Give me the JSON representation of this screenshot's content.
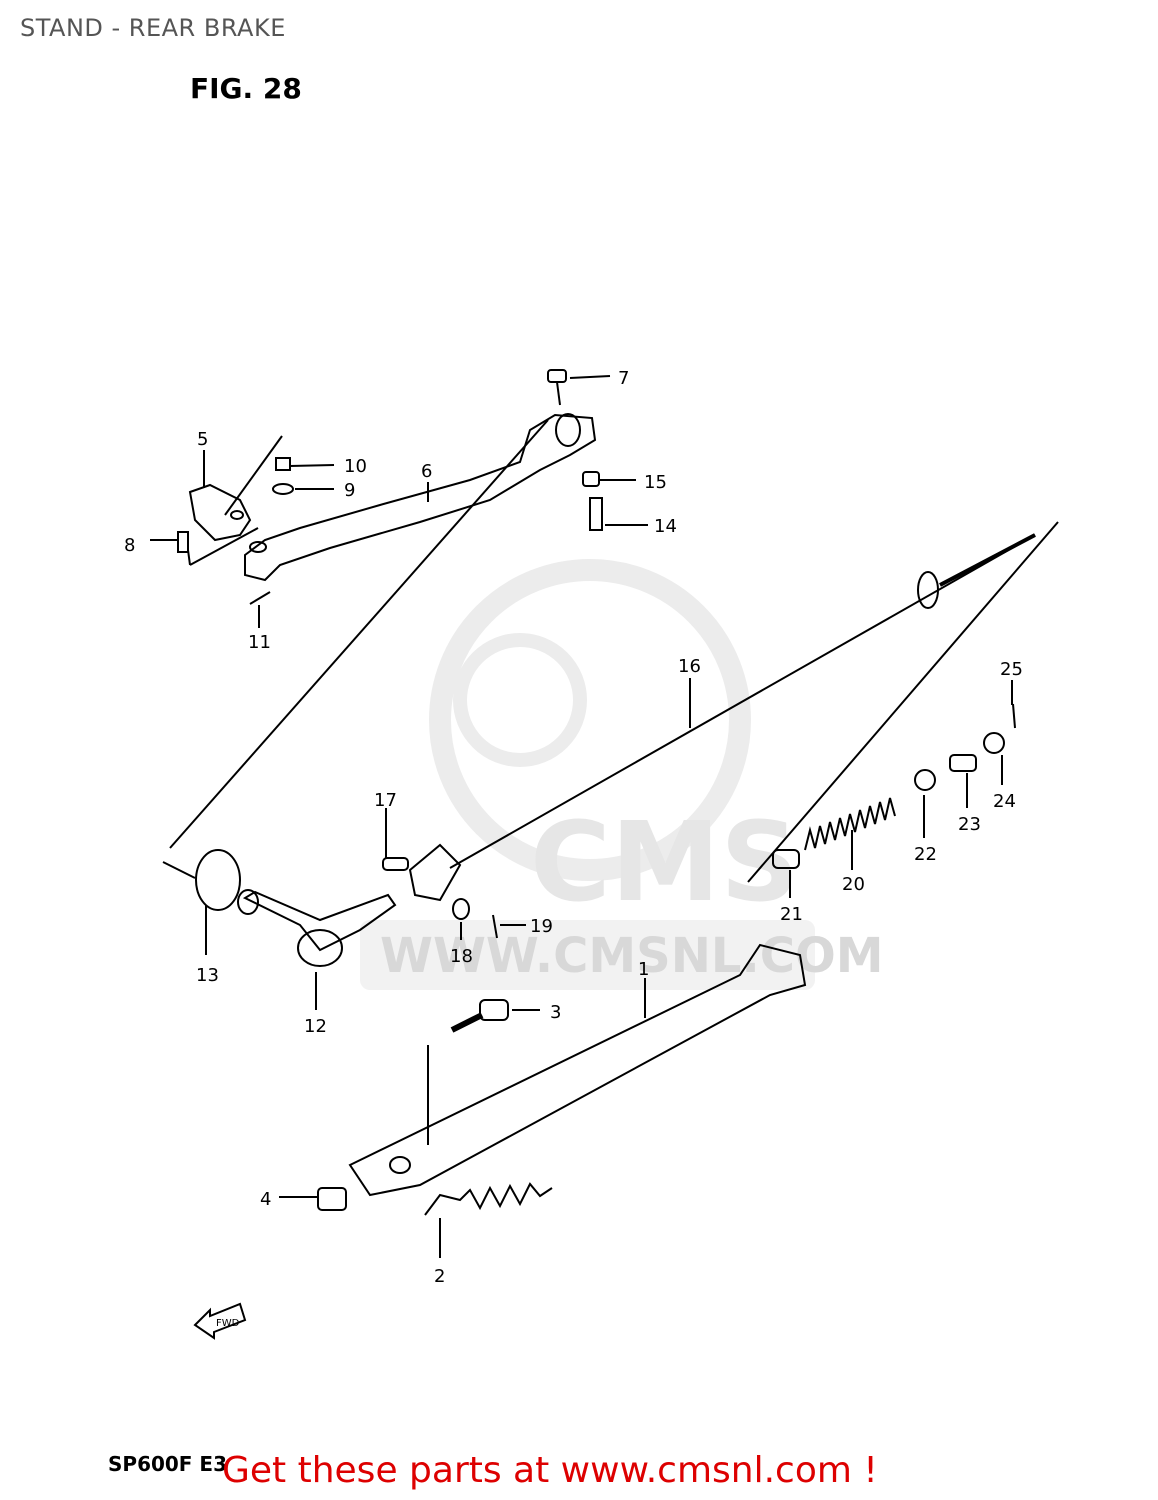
{
  "header": {
    "title": "STAND - REAR BRAKE"
  },
  "figure": {
    "label": "FIG. 28"
  },
  "footer": {
    "model": "SP600F E3",
    "promo": "Get these parts at www.cmsnl.com !"
  },
  "watermark": {
    "brand": "CMS",
    "url": "WWW.CMSNL.COM"
  },
  "direction": {
    "label": "FWD"
  },
  "callouts": {
    "c1": "1",
    "c2": "2",
    "c3": "3",
    "c4": "4",
    "c5": "5",
    "c6": "6",
    "c7": "7",
    "c8": "8",
    "c9": "9",
    "c10": "10",
    "c11": "11",
    "c12": "12",
    "c13": "13",
    "c14": "14",
    "c15": "15",
    "c16": "16",
    "c17": "17",
    "c18": "18",
    "c19": "19",
    "c20": "20",
    "c21": "21",
    "c22": "22",
    "c23": "23",
    "c24": "24",
    "c25": "25"
  },
  "colors": {
    "promo": "#dd0000",
    "title": "#555555",
    "watermark": "#e6e6e6"
  }
}
